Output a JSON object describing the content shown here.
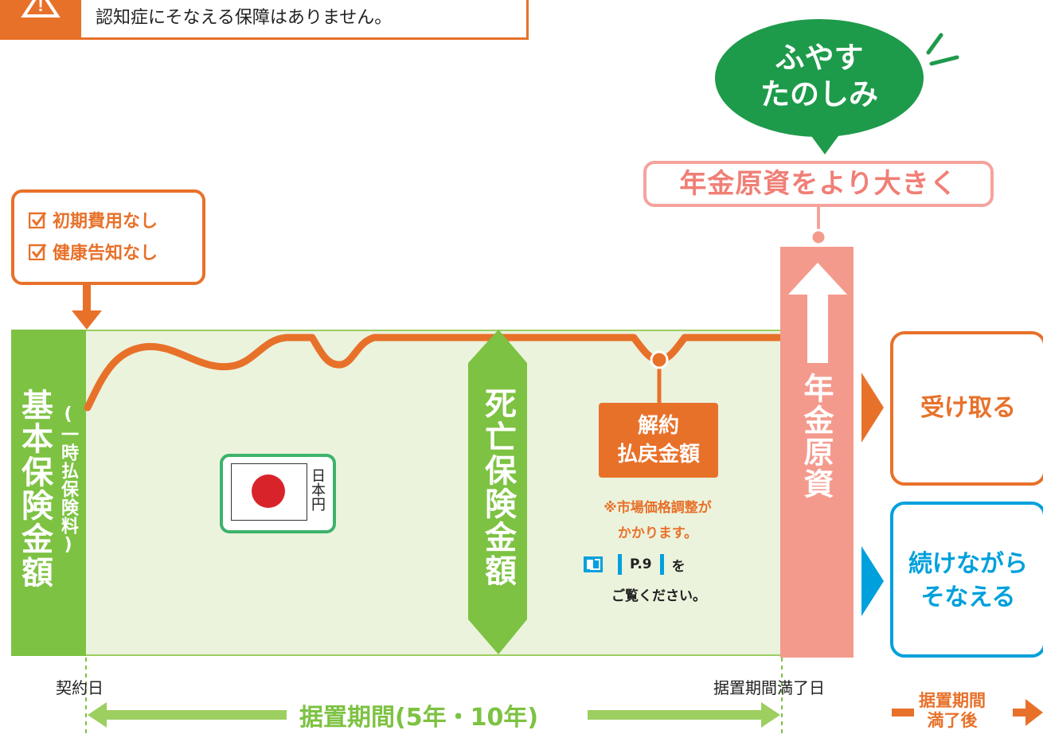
{
  "warning": {
    "text": "認知症にそなえる保障はありません。"
  },
  "bubble": {
    "line1": "ふやす",
    "line2": "たのしみ"
  },
  "expand_label": "年金原資をより大きく",
  "features": [
    {
      "label": "初期費用なし"
    },
    {
      "label": "健康告知なし"
    }
  ],
  "basic": {
    "label": "基本保険金額",
    "sub": "(一時払保険料)"
  },
  "currency": {
    "label": "日本円"
  },
  "death": {
    "label": "死亡保険金額"
  },
  "surrender": {
    "line1": "解約",
    "line2": "払戻金額",
    "note1": "※市場価格調整が",
    "note2": "かかります。",
    "ref_page": "P.9",
    "ref_suffix1": "を",
    "ref_suffix2": "ご覧ください。"
  },
  "annuity": {
    "label": "年金原資"
  },
  "options": {
    "receive": "受け取る",
    "continue_line1": "続けながら",
    "continue_line2": "そなえる"
  },
  "timeline": {
    "contract_date": "契約日",
    "end_date": "据置期間満了日",
    "period": "据置期間(5年・10年)",
    "after_line1": "据置期間",
    "after_line2": "満了後"
  },
  "colors": {
    "orange": "#e8712a",
    "green": "#7dc242",
    "dark_green": "#1e9a4b",
    "salmon": "#f49a8d",
    "blue": "#00a0dc",
    "light_green_bg": "#ebf3dd"
  }
}
